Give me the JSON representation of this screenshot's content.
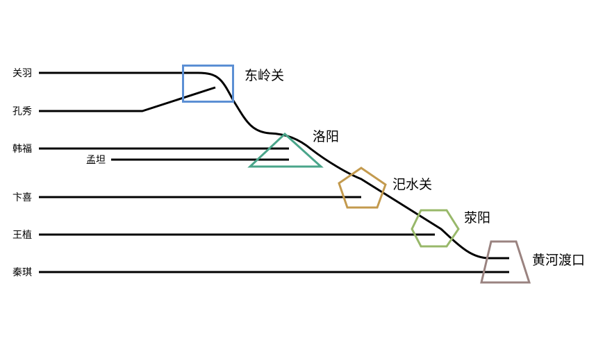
{
  "generals": [
    {
      "id": "guanyu",
      "label": "关羽"
    },
    {
      "id": "kongxiu",
      "label": "孔秀"
    },
    {
      "id": "hanfu",
      "label": "韩福"
    },
    {
      "id": "mengtan",
      "label": "孟坦"
    },
    {
      "id": "bianxi",
      "label": "卞喜"
    },
    {
      "id": "wangzhi",
      "label": "王植"
    },
    {
      "id": "qinqi",
      "label": "秦琪"
    }
  ],
  "passes": [
    {
      "id": "dongling",
      "label": "东岭关",
      "shape": "square",
      "color": "#5b8fd4"
    },
    {
      "id": "luoyang",
      "label": "洛阳",
      "shape": "triangle",
      "color": "#4aa58a"
    },
    {
      "id": "sishui",
      "label": "汜水关",
      "shape": "pentagon",
      "color": "#c39a4e"
    },
    {
      "id": "xingyang",
      "label": "荥阳",
      "shape": "hexagon",
      "color": "#98b86a"
    },
    {
      "id": "huanghe",
      "label": "黄河渡口",
      "shape": "trapezoid",
      "color": "#9a8380"
    }
  ]
}
